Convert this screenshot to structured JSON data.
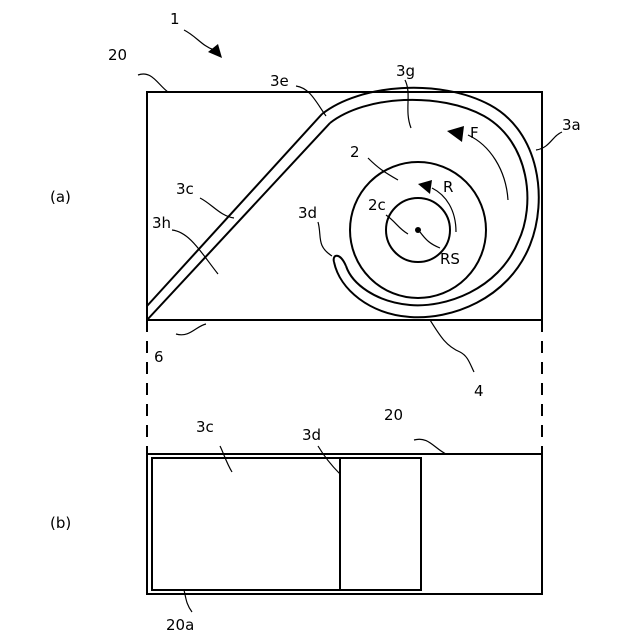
{
  "figure": {
    "ref_main": "1",
    "panel_a": "(a)",
    "panel_b": "(b)"
  },
  "labels": {
    "housing_a": "20",
    "housing_b": "20",
    "housing_b_inner": "20a",
    "outer_wall": "3a",
    "side_wall_a": "3c",
    "side_wall_b": "3c",
    "end_a": "3d",
    "end_b": "3d",
    "bend": "3e",
    "passage": "3g",
    "region": "3h",
    "rotor": "2",
    "rotor_core": "2c",
    "axis": "RS",
    "dir_flow": "F",
    "dir_rot": "R",
    "opening": "6",
    "bottom": "4"
  },
  "colors": {
    "stroke": "#000000",
    "background": "#ffffff"
  }
}
